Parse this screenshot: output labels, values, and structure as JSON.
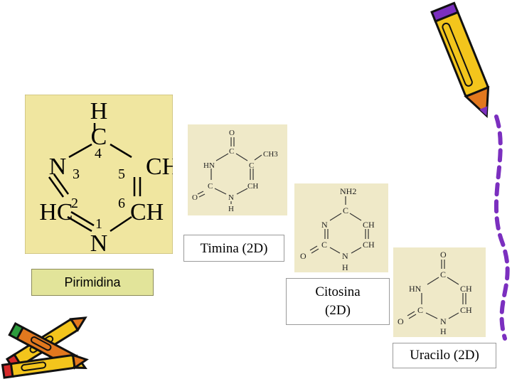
{
  "pyrimidine": {
    "atoms": {
      "top": "C",
      "top_h": "H",
      "left_upper": "N",
      "right_upper": "CH",
      "left_lower": "HC",
      "right_lower": "CH",
      "bottom": "N"
    },
    "numbers": [
      "1",
      "2",
      "3",
      "4",
      "5",
      "6"
    ],
    "label": "Pirimidina"
  },
  "thymine": {
    "atoms": {
      "o_top": "O",
      "c_top": "C",
      "methyl": "CH3",
      "hn": "HN",
      "c_right": "C",
      "o_left": "O",
      "c_left": "C",
      "ch": "CH",
      "n_bottom": "N",
      "h_bottom": "H"
    },
    "label": "Timina (2D)"
  },
  "cytosine": {
    "atoms": {
      "nh2": "NH2",
      "c_top": "C",
      "n_left": "N",
      "ch_upper": "CH",
      "o_left": "O",
      "c_left": "C",
      "ch_lower": "CH",
      "n_bottom": "N",
      "h_bottom": "H"
    },
    "label_line1": "Citosina",
    "label_line2": "(2D)"
  },
  "uracil": {
    "atoms": {
      "o_top": "O",
      "c_top": "C",
      "hn": "HN",
      "ch_upper": "CH",
      "o_left": "O",
      "c_left": "C",
      "ch_lower": "CH",
      "n_bottom": "N",
      "h_bottom": "H"
    },
    "label": "Uracilo (2D)"
  },
  "colors": {
    "pyrimidine_bg": "#f0e6a0",
    "molecule_bg": "#efe9c8",
    "label_green": "#e2e49a",
    "pencil_yellow": "#f3c51c",
    "pencil_orange": "#e2781e",
    "pencil_purple": "#7b2fbf",
    "eraser_red": "#d52a2a"
  },
  "decorations": {
    "pencil_icon": "pencil-icon",
    "pencils_cluster_icon": "pencils-cluster-icon",
    "dashed_trail": "dashed-trail-icon"
  }
}
